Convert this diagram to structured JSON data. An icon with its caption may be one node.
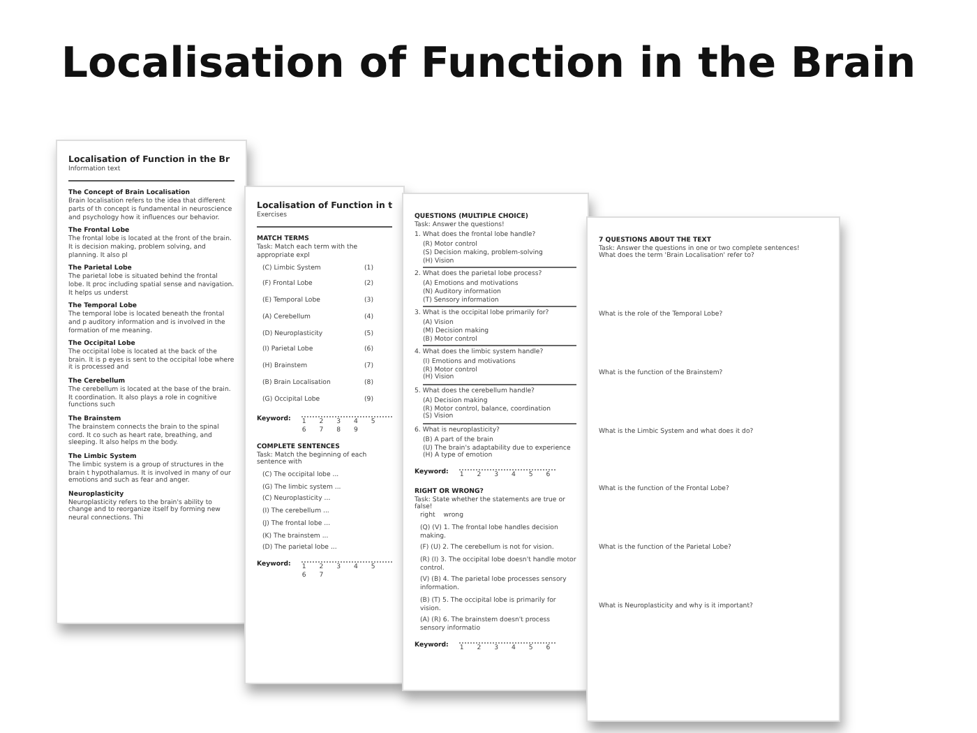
{
  "diagram": {
    "title": "Localisation of Function in the Brain",
    "nodes": [
      {
        "text": [
          "Localisation of Function in the Br",
          "Information text",
          "The Concept of Brain Localisation",
          "Brain localisation refers to the idea that different parts of th concept is fundamental in neuroscience and psychology how it influences our behavior.",
          "The Frontal Lobe",
          "The frontal lobe is located at the front of the brain. It is decision making, problem solving, and planning. It also pl",
          "The Parietal Lobe",
          "The parietal lobe is situated behind the frontal lobe. It proc including spatial sense and navigation. It helps us underst",
          "The Temporal Lobe",
          "The temporal lobe is located beneath the frontal and p auditory information and is involved in the formation of me meaning.",
          "The Occipital Lobe",
          "The occipital lobe is located at the back of the brain. It is p eyes is sent to the occipital lobe where it is processed and",
          "The Cerebellum",
          "The cerebellum is located at the base of the brain. It coordination. It also plays a role in cognitive functions such",
          "The Brainstem",
          "The brainstem connects the brain to the spinal cord. It co such as heart rate, breathing, and sleeping. It also helps m the body.",
          "The Limbic System",
          "The limbic system is a group of structures in the brain t hypothalamus. It is involved in many of our emotions and such as fear and anger.",
          "Neuroplasticity",
          "Neuroplasticity refers to the brain's ability to change and to reorganize itself by forming new neural connections. Thi"
        ]
      },
      {
        "text": [
          "Localisation of Function in t",
          "Exercises",
          "MATCH TERMS",
          "Task: Match each term with the appropriate expl",
          "(C) Limbic System",
          "(F) Frontal Lobe",
          "(E) Temporal Lobe",
          "(A) Cerebellum",
          "(D) Neuroplasticity",
          "(I) Parietal Lobe",
          "(H) Brainstem",
          "(B) Brain Localisation",
          "(G) Occipital Lobe",
          "(1)",
          "(2)",
          "(3)",
          "(4)",
          "(5)",
          "(6)",
          "(7)",
          "(8)",
          "(9)",
          "Keyword:",
          "1 2 3 4 5 6 7 8 9",
          "COMPLETE SENTENCES",
          "Task: Match the beginning of each sentence with",
          "(C) The occipital lobe ...",
          "(G) The limbic system ...",
          "(C) Neuroplasticity ...",
          "(I) The cerebellum ...",
          "(J) The frontal lobe ...",
          "(K) The brainstem ...",
          "(D) The parietal lobe ...",
          "Keyword:",
          "1 2 3 4 5 6 7"
        ]
      },
      {
        "text": [
          "QUESTIONS (MULTIPLE CHOICE)",
          "Task: Answer the questions!",
          "1. What does the frontal lobe handle?",
          "(R) Motor control",
          "(S) Decision making, problem-solving",
          "(H) Vision",
          "2. What does the parietal lobe process?",
          "(A) Emotions and motivations",
          "(N) Auditory information",
          "(T) Sensory information",
          "3. What is the occipital lobe primarily for?",
          "(A) Vision",
          "(M) Decision making",
          "(B) Motor control",
          "4. What does the limbic system handle?",
          "(I) Emotions and motivations",
          "(R) Motor control",
          "(H) Vision",
          "5. What does the cerebellum handle?",
          "(A) Decision making",
          "(R) Motor control, balance, coordination",
          "(S) Vision",
          "6. What is neuroplasticity?",
          "(B) A part of the brain",
          "(U) The brain's adaptability due to experience",
          "(H) A type of emotion",
          "Keyword:",
          "1 2 3 4 5 6",
          "RIGHT OR WRONG?",
          "Task: State whether the statements are true or false!",
          "right",
          "wrong",
          "(Q) (V) 1. The frontal lobe handles decision making.",
          "(F) (U) 2. The cerebellum is not for vision.",
          "(R) (I) 3. The occipital lobe doesn't handle motor control.",
          "(V) (B) 4. The parietal lobe processes sensory information.",
          "(B) (T) 5. The occipital lobe is primarily for vision.",
          "(A) (R) 6. The brainstem doesn't process sensory informatio",
          "Keyword:",
          "1 2 3 4 5 6"
        ]
      },
      {
        "text": [
          "7 QUESTIONS ABOUT THE TEXT",
          "Task: Answer the questions in one or two complete sentences!",
          "What does the term 'Brain Localisation' refer to?",
          "What is the role of the Temporal Lobe?",
          "What is the function of the Brainstem?",
          "What is the Limbic System and what does it do?",
          "What is the function of the Frontal Lobe?",
          "What is the function of the Parietal Lobe?",
          "What is Neuroplasticity and why is it important?"
        ]
      }
    ]
  }
}
